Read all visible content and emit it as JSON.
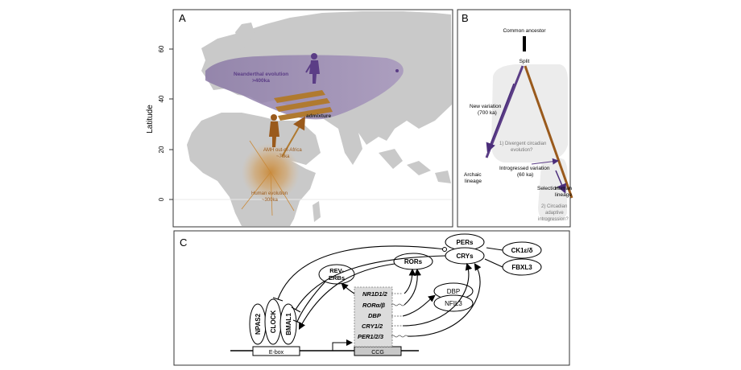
{
  "panelA": {
    "letter": "A",
    "ylabel": "Latitude",
    "yticks": [
      "60",
      "40",
      "20",
      "0"
    ],
    "neanderthal_title": "Neanderthal evolution",
    "neanderthal_time": ">400ka",
    "admixture": "admixture",
    "amh_title": "AMH out-of-Africa",
    "amh_time": "~70ka",
    "human_title": "Human evolution",
    "human_time": "~300ka"
  },
  "panelB": {
    "letter": "B",
    "ancestor": "Common ancestor",
    "split": "Split",
    "new_variation_l1": "New variation",
    "new_variation_l2": "(700 ka)",
    "q1_l1": "1) Divergent circadian",
    "q1_l2": "evolution?",
    "introgressed": "Introgressed variation",
    "introgressed_time": "(60 ka)",
    "archaic_l1": "Archaic",
    "archaic_l2": "lineage",
    "selection": "Selection",
    "human_l1": "Human",
    "human_l2": "lineage",
    "q2_l1": "2) Circadian",
    "q2_l2": "adaptive",
    "q2_l3": "introgression?"
  },
  "panelC": {
    "letter": "C",
    "pers": "PERs",
    "crys": "CRYs",
    "ck1": "CK1ε/δ",
    "fbxl3": "FBXL3",
    "rors": "RORs",
    "reverbs_l1": "REV-",
    "reverbs_l2": "ERBs",
    "dbp": "DBP",
    "nfil3": "NFIL3",
    "npas2": "NPAS2",
    "clock": "CLOCK",
    "bmal1": "BMAL1",
    "genes": [
      "NR1D1/2",
      "RORα/β",
      "DBP",
      "CRY1/2",
      "PER1/2/3"
    ],
    "ebox": "E-box",
    "ccg": "CCG"
  },
  "colors": {
    "neanderthal": "#5b3d86",
    "human": "#9a5a1c",
    "admix": "#b07a30",
    "map_land": "#c9c9c9"
  }
}
